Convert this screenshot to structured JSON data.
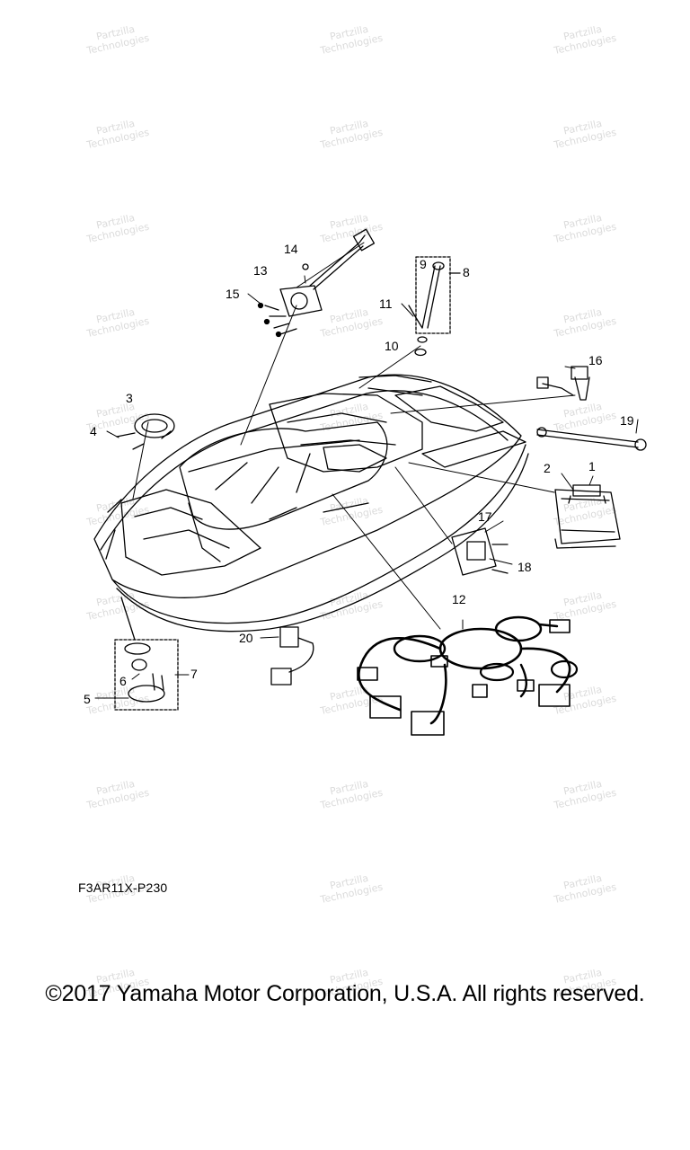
{
  "watermark": {
    "line1": "Partzilla",
    "line2": "Technologies"
  },
  "callouts": [
    "1",
    "2",
    "3",
    "4",
    "5",
    "6",
    "7",
    "8",
    "9",
    "10",
    "11",
    "12",
    "13",
    "14",
    "15",
    "16",
    "17",
    "18",
    "19",
    "20"
  ],
  "diagram_code": "F3AR11X-P230",
  "copyright": "©2017 Yamaha Motor Corporation, U.S.A. All rights reserved."
}
